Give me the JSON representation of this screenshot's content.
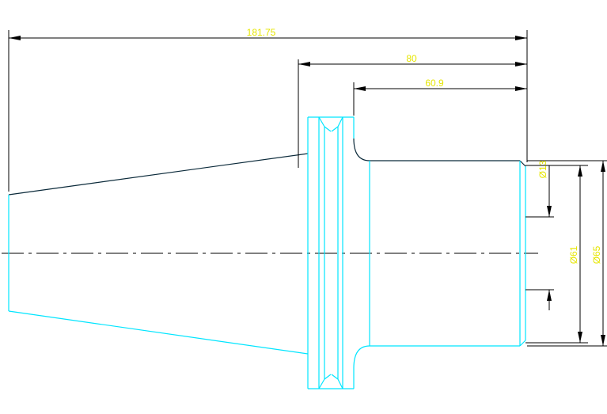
{
  "colors": {
    "background": "#ffffff",
    "outline_cyan": "#00e5ff",
    "outline_dark": "#0b2a3a",
    "dimension_line": "#000000",
    "dimension_text": "#e6e600",
    "centerline": "#000000"
  },
  "dimensions": {
    "overall_length": "181.75",
    "length_80": "80",
    "length_60_9": "60.9",
    "dia_small": "Ø13",
    "dia_61": "Ø61",
    "dia_65": "Ø65"
  }
}
